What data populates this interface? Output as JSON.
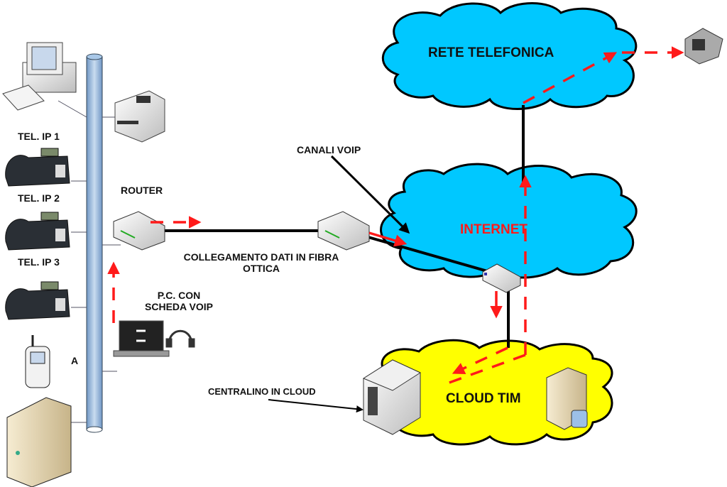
{
  "title": "Schema rete VoIP con centralino in cloud",
  "colors": {
    "internet_cloud": "#00c8ff",
    "phone_network_cloud": "#00c8ff",
    "tim_cloud": "#ffff00",
    "flow_arrow": "#ff1a1a",
    "backbone": "#a9c8e8",
    "link": "#000000"
  },
  "clouds": {
    "phone_network": "RETE TELEFONICA",
    "internet": "INTERNET",
    "tim": "CLOUD TIM"
  },
  "labels": {
    "tel_ip_1": "TEL. IP 1",
    "tel_ip_2": "TEL. IP 2",
    "tel_ip_3": "TEL. IP 3",
    "router": "ROUTER",
    "fiber_link": "COLLEGAMENTO DATI IN FIBRA\nOTTICA",
    "fiber_link_line1": "COLLEGAMENTO DATI IN FIBRA",
    "fiber_link_line2": "OTTICA",
    "voip_pc_line1": "P.C. CON",
    "voip_pc_line2": "SCHEDA VOIP",
    "voip_channels": "CANALI VOIP",
    "cloud_pbx": "CENTRALINO IN CLOUD",
    "mobile": "A"
  },
  "devices": [
    {
      "name": "desktop-pc",
      "icon": "desktop-computer-icon"
    },
    {
      "name": "printer",
      "icon": "printer-icon"
    },
    {
      "name": "ip-phone-1",
      "icon": "desk-phone-icon"
    },
    {
      "name": "ip-phone-2",
      "icon": "desk-phone-icon"
    },
    {
      "name": "ip-phone-3",
      "icon": "desk-phone-icon"
    },
    {
      "name": "mobile-phone",
      "icon": "mobile-phone-icon"
    },
    {
      "name": "local-server",
      "icon": "tower-server-icon"
    },
    {
      "name": "router",
      "icon": "router-icon"
    },
    {
      "name": "isp-router",
      "icon": "router-icon"
    },
    {
      "name": "internet-switch",
      "icon": "switch-icon"
    },
    {
      "name": "voip-laptop",
      "icon": "laptop-icon"
    },
    {
      "name": "headset",
      "icon": "headset-icon"
    },
    {
      "name": "cloud-pbx-server",
      "icon": "rack-server-icon"
    },
    {
      "name": "cloud-db-server",
      "icon": "database-server-icon"
    },
    {
      "name": "landline-phone",
      "icon": "landline-phone-icon"
    }
  ]
}
